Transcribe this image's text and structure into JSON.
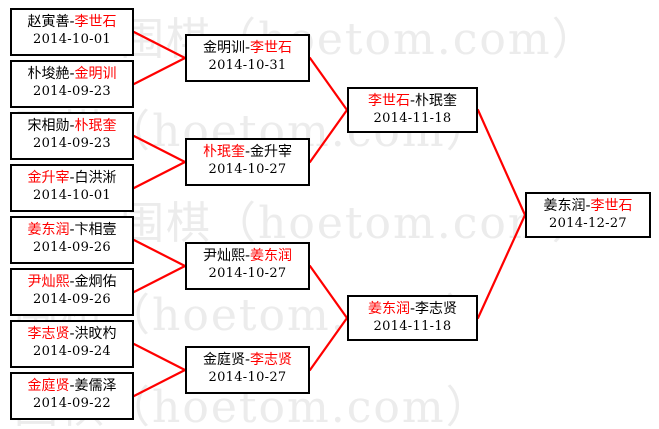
{
  "diagram": {
    "type": "single-elimination-bracket",
    "accent_line_color": "#ff0000",
    "box_border_color": "#000000",
    "winner_text_color": "#ff0000",
    "loser_text_color": "#000000",
    "background_color": "#ffffff",
    "watermark": {
      "text": "围棋（hoetom.com）",
      "color": "#ececec"
    }
  },
  "rounds": [
    {
      "name": "round-1",
      "matches": [
        {
          "id": "r1m1",
          "left": "赵寅善",
          "right": "李世石",
          "winner": "right",
          "date": "2014-10-01",
          "separator": "-"
        },
        {
          "id": "r1m2",
          "left": "朴埈赩",
          "right": "金明训",
          "winner": "right",
          "date": "2014-09-23",
          "separator": "-"
        },
        {
          "id": "r1m3",
          "left": "宋相勋",
          "right": "朴珉奎",
          "winner": "right",
          "date": "2014-09-23",
          "separator": "-"
        },
        {
          "id": "r1m4",
          "left": "金升宰",
          "right": "白洪淅",
          "winner": "left",
          "date": "2014-10-01",
          "separator": "-"
        },
        {
          "id": "r1m5",
          "left": "姜东润",
          "right": "卞相壹",
          "winner": "left",
          "date": "2014-09-26",
          "separator": "-"
        },
        {
          "id": "r1m6",
          "left": "尹灿熙",
          "right": "金炯佑",
          "winner": "left",
          "date": "2014-09-26",
          "separator": "-"
        },
        {
          "id": "r1m7",
          "left": "李志贤",
          "right": "洪旼杓",
          "winner": "left",
          "date": "2014-09-24",
          "separator": "-"
        },
        {
          "id": "r1m8",
          "left": "金庭贤",
          "right": "姜儒泽",
          "winner": "left",
          "date": "2014-09-22",
          "separator": "-"
        }
      ]
    },
    {
      "name": "round-2",
      "matches": [
        {
          "id": "r2m1",
          "left": "金明训",
          "right": "李世石",
          "winner": "right",
          "date": "2014-10-31",
          "separator": "-"
        },
        {
          "id": "r2m2",
          "left": "朴珉奎",
          "right": "金升宰",
          "winner": "left",
          "date": "2014-10-27",
          "separator": "-"
        },
        {
          "id": "r2m3",
          "left": "尹灿熙",
          "right": "姜东润",
          "winner": "right",
          "date": "2014-10-27",
          "separator": "-"
        },
        {
          "id": "r2m4",
          "left": "金庭贤",
          "right": "李志贤",
          "winner": "right",
          "date": "2014-10-27",
          "separator": "-"
        }
      ]
    },
    {
      "name": "semifinal",
      "matches": [
        {
          "id": "r3m1",
          "left": "李世石",
          "right": "朴珉奎",
          "winner": "left",
          "date": "2014-11-18",
          "separator": "-"
        },
        {
          "id": "r3m2",
          "left": "姜东润",
          "right": "李志贤",
          "winner": "left",
          "date": "2014-11-18",
          "separator": "-"
        }
      ]
    },
    {
      "name": "final",
      "matches": [
        {
          "id": "r4m1",
          "left": "姜东润",
          "right": "李世石",
          "winner": "right",
          "date": "2014-12-27",
          "separator": "-"
        }
      ]
    }
  ]
}
